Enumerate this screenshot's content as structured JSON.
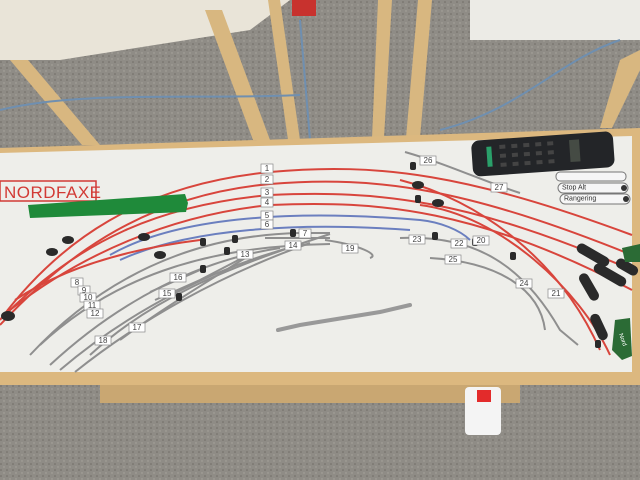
{
  "panel": {
    "brand": "NORDFAXE",
    "direction_label": "Nord",
    "buttons": [
      {
        "label": ""
      },
      {
        "label": "Stop Alt"
      },
      {
        "label": "Rangering"
      }
    ],
    "track_labels": [
      "1",
      "2",
      "3",
      "4",
      "5",
      "6",
      "7",
      "8",
      "9",
      "10",
      "11",
      "12",
      "13",
      "14",
      "15",
      "16",
      "17",
      "18",
      "19",
      "20",
      "21",
      "22",
      "23",
      "24",
      "25",
      "26",
      "27"
    ]
  },
  "colors": {
    "panel": "#eeeeea",
    "frame": "#d9b67c",
    "main_track": "#d8453c",
    "blue_track": "#6b7fbf",
    "siding_track": "#8f8f8f",
    "green_ruler": "#1f8a3a"
  }
}
